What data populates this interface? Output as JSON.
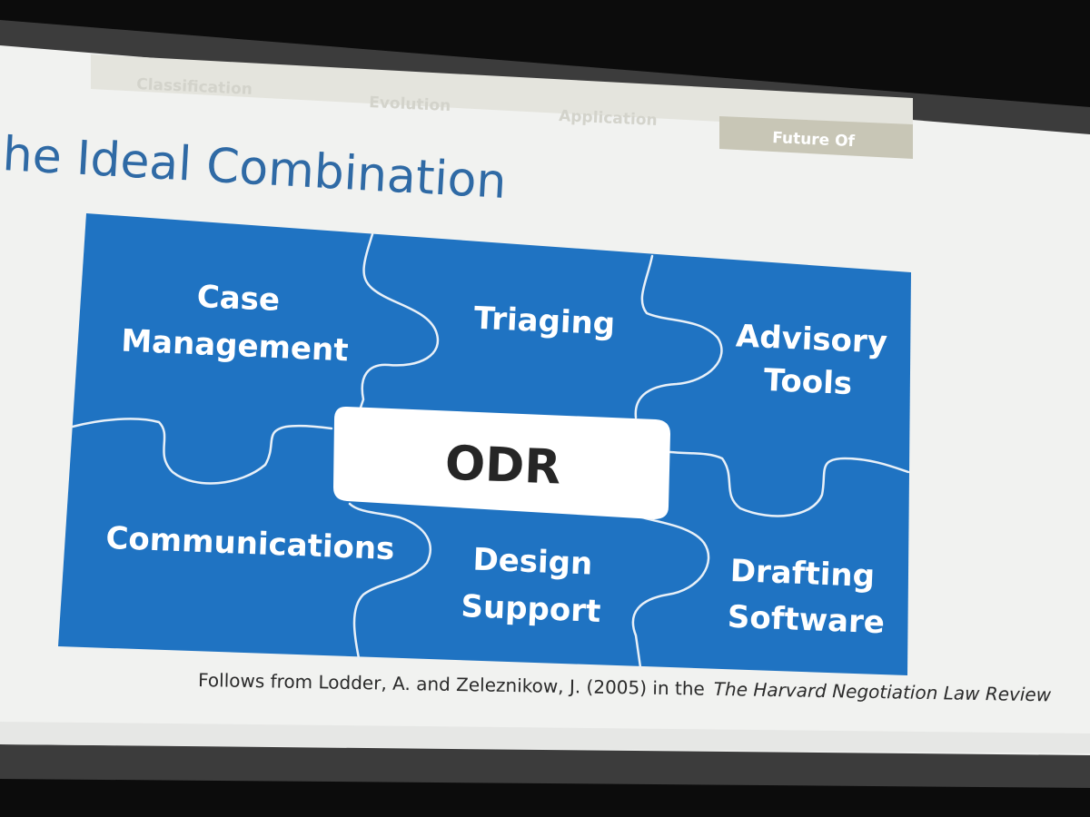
{
  "slide": {
    "title": "he Ideal Combination",
    "nav": {
      "tabs": [
        {
          "label": "Classification",
          "active": false
        },
        {
          "label": "Evolution",
          "active": false
        },
        {
          "label": "Application",
          "active": false
        },
        {
          "label": "Future Of",
          "active": true
        }
      ]
    },
    "puzzle": {
      "center_label": "ODR",
      "pieces": {
        "top_left": {
          "line1": "Case",
          "line2": "Management"
        },
        "top_middle": {
          "line1": "Triaging"
        },
        "top_right": {
          "line1": "Advisory",
          "line2": "Tools"
        },
        "bottom_left": {
          "line1": "Communications"
        },
        "bottom_middle": {
          "line1": "Design",
          "line2": "Support"
        },
        "bottom_right": {
          "line1": "Drafting",
          "line2": "Software"
        }
      }
    },
    "citation": {
      "prefix": "Follows from Lodder, A. and Zeleznikow, J. (2005) in the",
      "journal": "The Harvard Negotiation Law Review"
    }
  },
  "colors": {
    "puzzle_blue": "#1f73c2",
    "title_blue": "#2f6aa5",
    "active_tab": "#c8c6b6",
    "screen_white": "#f2f3f1"
  }
}
